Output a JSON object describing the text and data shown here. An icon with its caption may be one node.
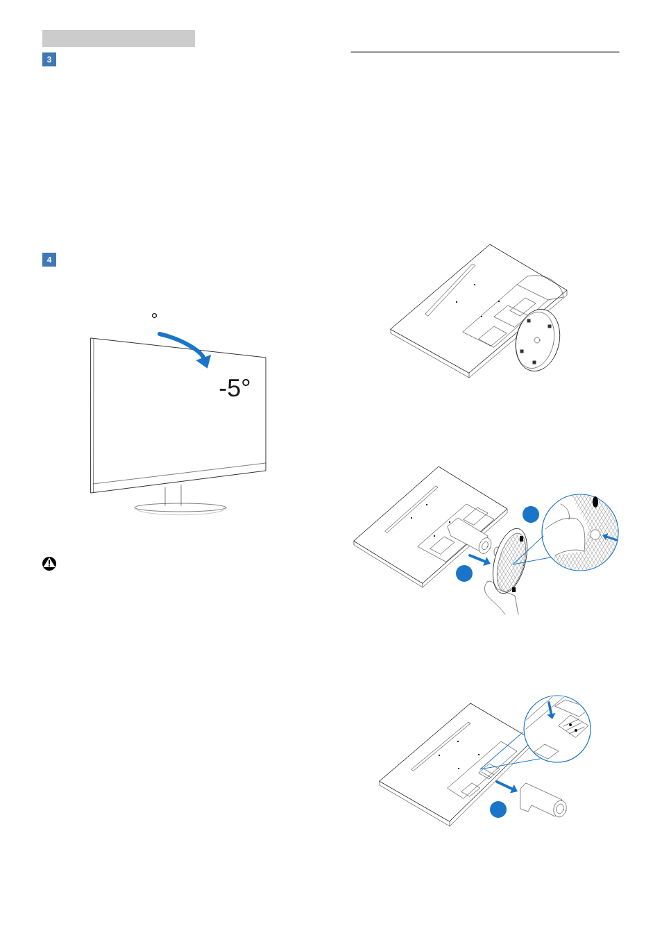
{
  "diagram": {
    "nodes": [
      {
        "text": [],
        "shape": "bar"
      },
      {
        "text": [
          "3"
        ]
      },
      {
        "text": [
          "4"
        ]
      },
      {
        "text": [],
        "shape": "circle"
      },
      {
        "text": [],
        "shape": "circle"
      },
      {
        "text": [],
        "shape": "circle"
      }
    ],
    "labels": [
      "°",
      "-5°"
    ]
  }
}
